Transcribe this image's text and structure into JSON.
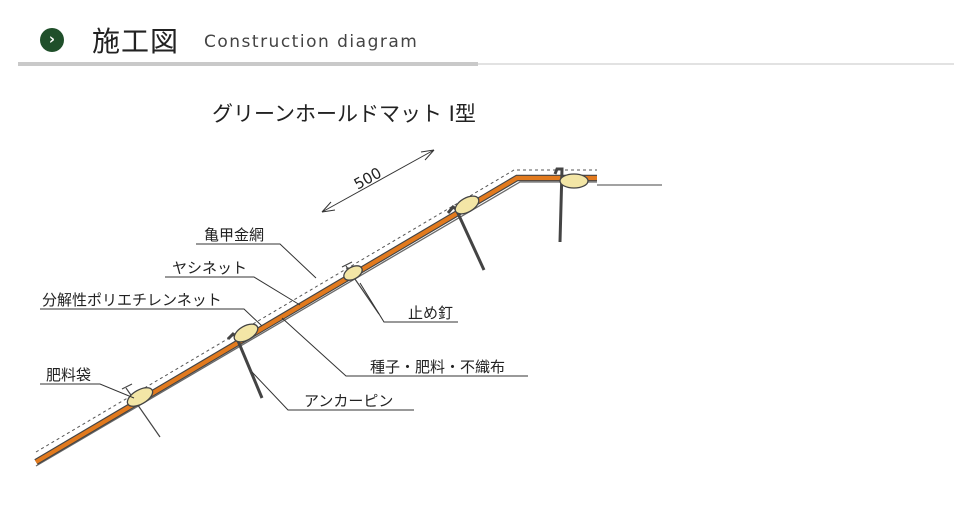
{
  "header": {
    "icon": "chevron-right-icon",
    "title": "施工図",
    "subtitle": "Construction diagram",
    "accent_color": "#1f4f2a"
  },
  "diagram": {
    "title": "グリーンホールドマット Ⅰ型",
    "dimension": "500",
    "labels": {
      "wire_mesh": "亀甲金網",
      "palm_net": "ヤシネット",
      "biodegradable_net": "分解性ポリエチレンネット",
      "fertilizer_bag": "肥料袋",
      "stop_nail": "止め釘",
      "seed_fertilizer_cloth": "種子・肥料・不織布",
      "anchor_pin": "アンカーピン"
    },
    "mat_color": "#e27a1e",
    "bag_color": "#f3e6a6"
  }
}
